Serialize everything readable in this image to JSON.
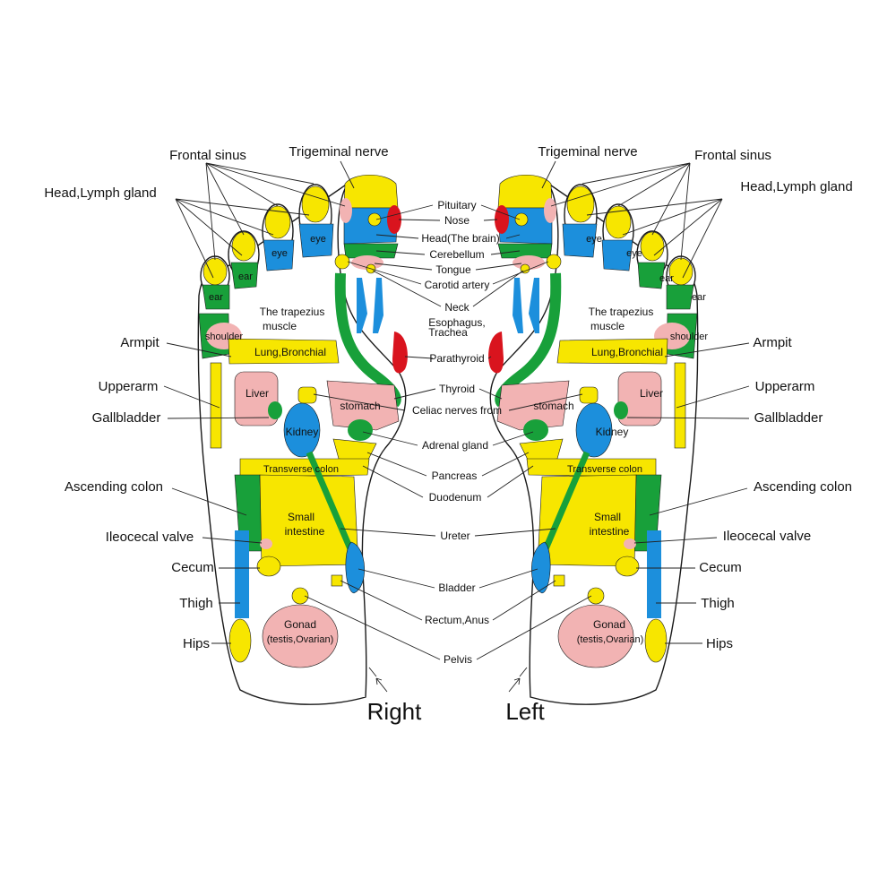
{
  "colors": {
    "yellow": "#f7e600",
    "blue": "#1c8fdc",
    "green": "#18a03a",
    "pink": "#f2b3b3",
    "red": "#d9141e",
    "outline": "#1a1a1a"
  },
  "center_labels": {
    "pituitary": "Pituitary",
    "nose": "Nose",
    "head_brain": "Head(The brain)",
    "cerebellum": "Cerebellum",
    "tongue": "Tongue",
    "carotid": "Carotid artery",
    "neck": "Neck",
    "esophagus_1": "Esophagus,",
    "esophagus_2": "Trachea",
    "parathyroid": "Parathyroid",
    "thyroid": "Thyroid",
    "celiac": "Celiac nerves from",
    "adrenal": "Adrenal gland",
    "pancreas": "Pancreas",
    "duodenum": "Duodenum",
    "ureter": "Ureter",
    "bladder": "Bladder",
    "rectum": "Rectum,Anus",
    "pelvis": "Pelvis"
  },
  "side_labels": {
    "frontal_sinus": "Frontal sinus",
    "trigeminal": "Trigeminal nerve",
    "head_lymph": "Head,Lymph gland",
    "armpit": "Armpit",
    "upperarm": "Upperarm",
    "gallbladder": "Gallbladder",
    "ascending_colon": "Ascending colon",
    "ileocecal": "Ileocecal valve",
    "cecum": "Cecum",
    "thigh": "Thigh",
    "hips": "Hips"
  },
  "zone_labels": {
    "eye": "eye",
    "ear": "ear",
    "trapezius_1": "The trapezius",
    "trapezius_2": "muscle",
    "shoulder": "shoulder",
    "lung": "Lung,Bronchial",
    "liver": "Liver",
    "stomach": "stomach",
    "kidney": "Kidney",
    "transverse": "Transverse colon",
    "small_1": "Small",
    "small_2": "intestine",
    "gonad_1": "Gonad",
    "gonad_2": "(testis,Ovarian)"
  },
  "feet": {
    "right": "Right",
    "left": "Left"
  }
}
